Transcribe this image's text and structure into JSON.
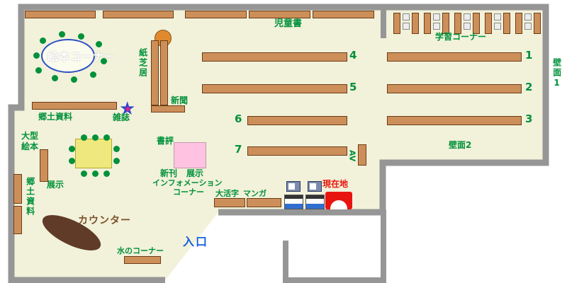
{
  "palette": {
    "floor": "#f2f1da",
    "wall": "#969696",
    "wood": "#cd8f5a",
    "wood_border": "#6b3c16",
    "green_text": "#00913a",
    "entrance_blue": "#1560e0",
    "current_red": "#e8140a",
    "display_pink": "#ffc2e0",
    "table_yellow": "#efe87e",
    "table_orange": "#e08a30",
    "counter_brown": "#5f3b28",
    "kids_table_blue": "#2a50c8"
  },
  "icons": {
    "star_marker": "★"
  },
  "labels": {
    "ehon_corner": "絵本コーナー",
    "kamishibai": "紙芝居",
    "shinbun": "新聞",
    "zasshi": "雑誌",
    "kyodo_top": "郷土資料",
    "jidosho": "児童書",
    "gakushu_corner": "学習コーナー",
    "hekimen1": "壁面1",
    "hekimen2": "壁面2",
    "ogata_ehon_1": "大型",
    "ogata_ehon_2": "絵本",
    "tenji_left": "展示",
    "shohyo": "書評",
    "shinkan": "新刊",
    "tenji_display": "展示",
    "info_1": "インフォメーション",
    "info_2": "コーナー",
    "daikatsuji": "大活字",
    "manga": "マンガ",
    "genzaichi": "現在地",
    "av": "AV",
    "counter": "カウンター",
    "mizu_corner": "水のコーナー",
    "entrance": "入口",
    "kyodo_left": "郷土資料"
  },
  "shelf_numbers": [
    "1",
    "2",
    "3",
    "4",
    "5",
    "6",
    "7"
  ]
}
